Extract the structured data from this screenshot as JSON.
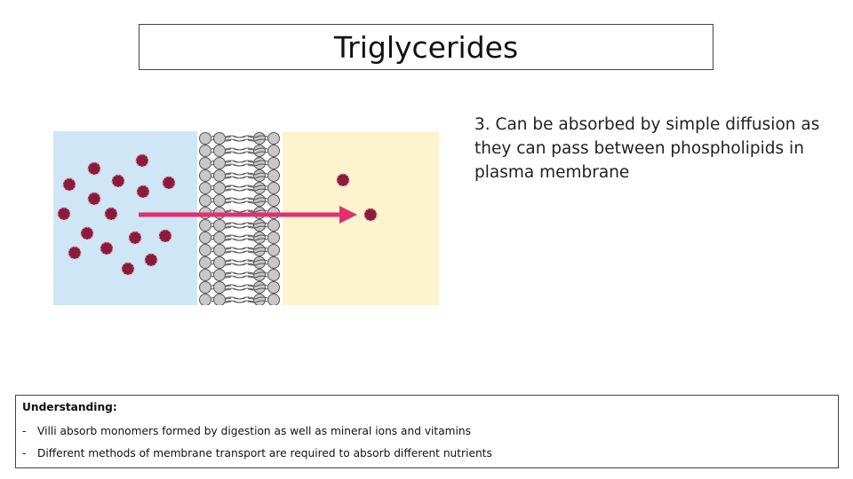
{
  "slide": {
    "title": "Triglycerides",
    "point": "3.  Can be absorbed by simple diffusion as they can pass between phospholipids in plasma membrane"
  },
  "understanding": {
    "heading": "Understanding:",
    "items": [
      "Villi absorb monomers formed by digestion as well as mineral ions and vitamins",
      "Different methods of membrane transport are required to absorb different nutrients"
    ]
  },
  "colors": {
    "left_region": "#cfe6f7",
    "right_region": "#fdf4cf",
    "molecule": "#8c1b3b",
    "arrow": "#e0306f",
    "phospholipid_head": "#c8c8c8"
  }
}
